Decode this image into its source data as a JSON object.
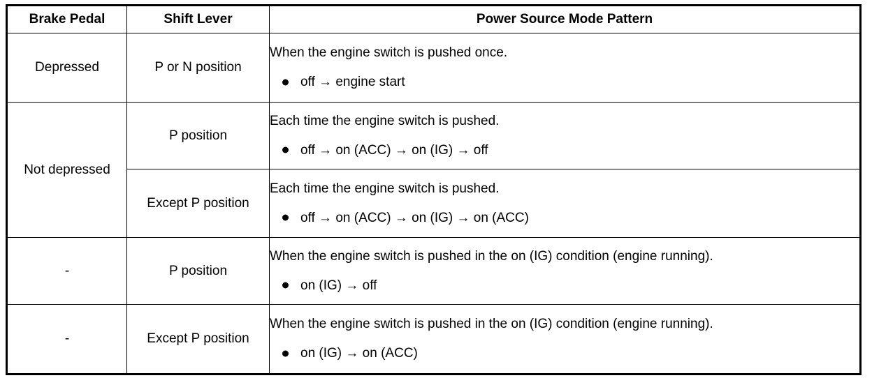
{
  "table": {
    "headers": [
      {
        "label": "Brake Pedal"
      },
      {
        "label": "Shift Lever"
      },
      {
        "label": "Power Source Mode Pattern"
      }
    ],
    "rows": [
      {
        "brake": "Depressed",
        "shift": "P or N position",
        "sentence": "When the engine switch is pushed once.",
        "bullet": "off → engine start"
      },
      {
        "brake": "Not depressed",
        "shift": "P position",
        "sentence": "Each time the engine switch is pushed.",
        "bullet": "off → on (ACC) → on (IG) → off"
      },
      {
        "brake": "",
        "shift": "Except P position",
        "sentence": "Each time the engine switch is pushed.",
        "bullet": "off → on (ACC) → on (IG) → on (ACC)"
      },
      {
        "brake": "-",
        "shift": "P position",
        "sentence": "When the engine switch is pushed in the on (IG) condition (engine running).",
        "bullet": "on (IG) → off"
      },
      {
        "brake": "-",
        "shift": "Except P position",
        "sentence": "When the engine switch is pushed in the on (IG) condition (engine running).",
        "bullet": "on (IG) → on (ACC)"
      }
    ]
  },
  "colors": {
    "border": "#000000",
    "background": "#ffffff",
    "text": "#000000"
  }
}
